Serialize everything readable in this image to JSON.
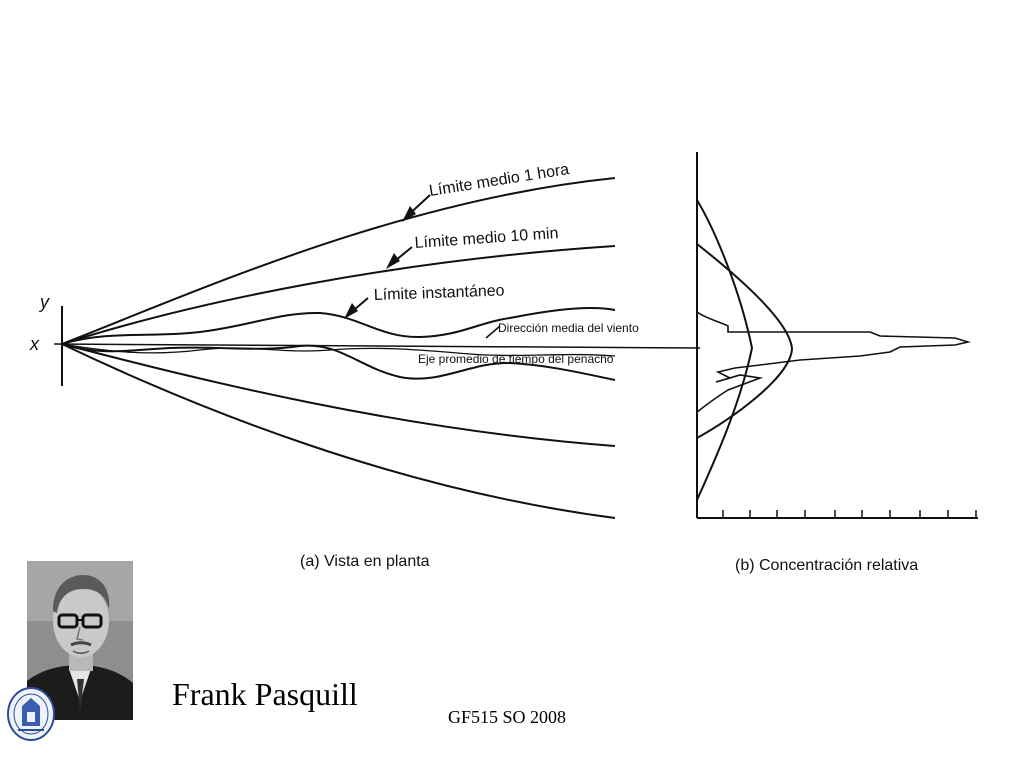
{
  "slide": {
    "diagram": {
      "axis_y": "y",
      "axis_x": "x",
      "label_1h": "Límite medio 1 hora",
      "label_10min": "Límite medio 10 min",
      "label_instant": "Límite instantáneo",
      "label_wind": "Dirección media del viento",
      "label_axis": "Eje promedio de tiempo del penacho",
      "caption_a": "(a) Vista en planta",
      "caption_b": "(b) Concentración relativa"
    },
    "person_name": "Frank Pasquill",
    "footer": "GF515 SO 2008"
  }
}
